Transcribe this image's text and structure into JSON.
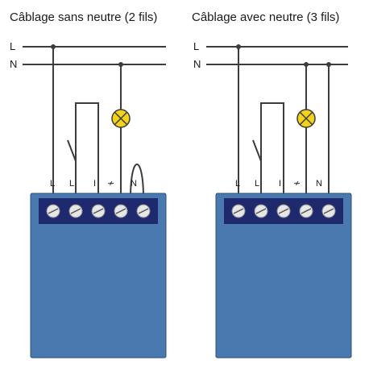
{
  "diagrams": [
    {
      "title": "Câblage sans neutre (2 fils)",
      "line_L": "L",
      "line_N": "N",
      "terminals": [
        "L",
        "L",
        "I",
        "≁",
        "N"
      ]
    },
    {
      "title": "Câblage avec neutre (3 fils)",
      "line_L": "L",
      "line_N": "N",
      "terminals": [
        "L",
        "L",
        "I",
        "≁",
        "N"
      ]
    }
  ],
  "colors": {
    "module_body": "#4a79b0",
    "terminal_strip": "#1f2a6e",
    "lamp": "#f2d21a",
    "wire": "#3c3c3c"
  },
  "icons": [
    "lamp-icon",
    "switch-icon",
    "screw-terminal-icon"
  ]
}
